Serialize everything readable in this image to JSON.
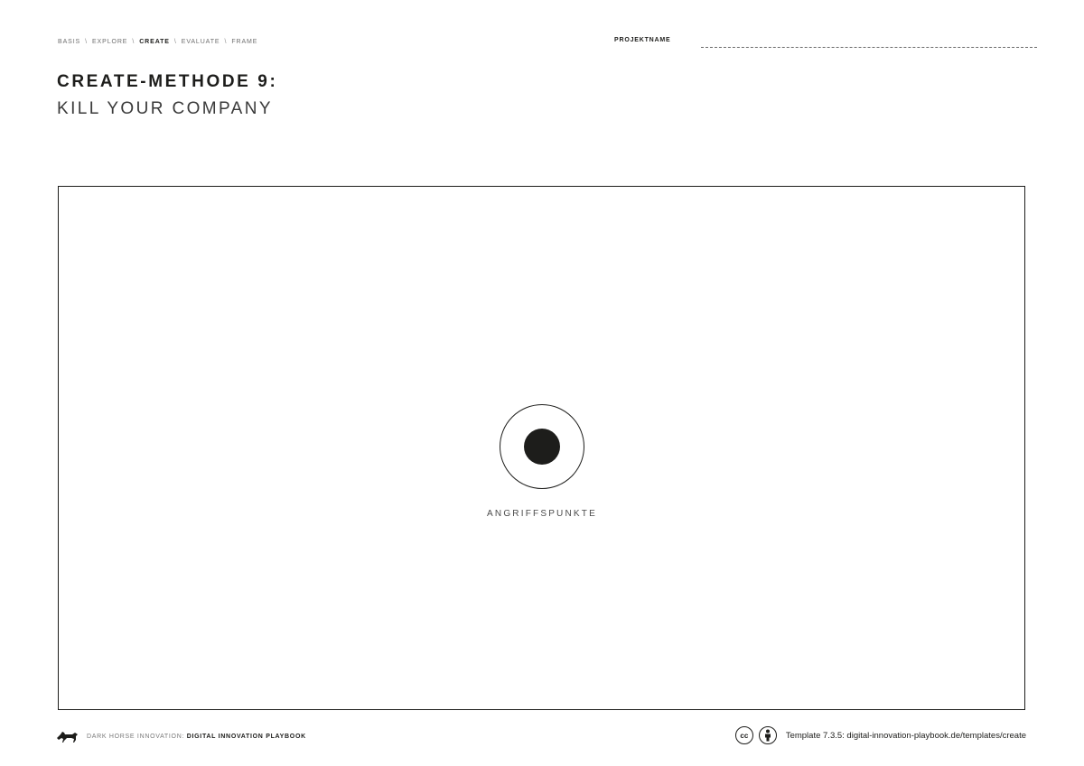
{
  "breadcrumb": {
    "items": [
      "BASIS",
      "EXPLORE",
      "CREATE",
      "EVALUATE",
      "FRAME"
    ],
    "separator": "\\",
    "active_index": 2
  },
  "projekt": {
    "label": "PROJEKTNAME"
  },
  "title": {
    "line1": "CREATE-METHODE 9:",
    "line2": "KILL YOUR COMPANY"
  },
  "canvas": {
    "target_label": "ANGRIFFSPUNKTE",
    "target_icon": "target-icon"
  },
  "footer": {
    "brand_prefix": "DARK HORSE INNOVATION:",
    "brand_strong": "DIGITAL INNOVATION PLAYBOOK",
    "logo_icon": "horse-icon",
    "cc_icon": "cc-icon",
    "by_icon": "by-icon",
    "cc_text": "cc",
    "template_ref": "Template 7.3.5: digital-innovation-playbook.de/templates/create"
  },
  "colors": {
    "ink": "#1d1d1b",
    "muted": "#6f6f6f",
    "background": "#ffffff"
  }
}
